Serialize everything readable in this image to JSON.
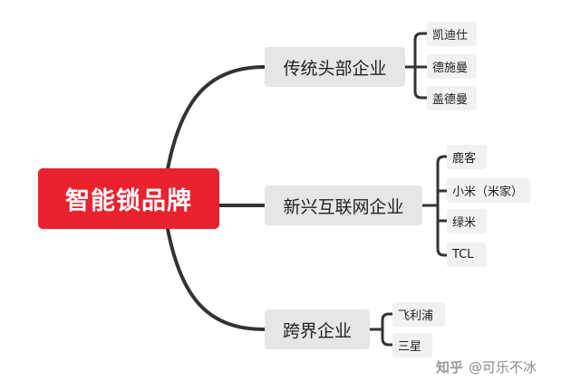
{
  "root": {
    "label": "智能锁品牌"
  },
  "branches": [
    {
      "label": "传统头部企业",
      "children": [
        "凯迪仕",
        "德施曼",
        "盖德曼"
      ]
    },
    {
      "label": "新兴互联网企业",
      "children": [
        "鹿客",
        "小米（米家）",
        "绿米",
        "TCL"
      ]
    },
    {
      "label": "跨界企业",
      "children": [
        "飞利浦",
        "三星"
      ]
    }
  ],
  "watermark": {
    "site": "知乎",
    "author": "@可乐不冰"
  },
  "colors": {
    "root_fill": "#e8232f",
    "branch_fill": "#e6e6e6",
    "leaf_fill": "#f1f1f1",
    "edge": "#333333"
  }
}
